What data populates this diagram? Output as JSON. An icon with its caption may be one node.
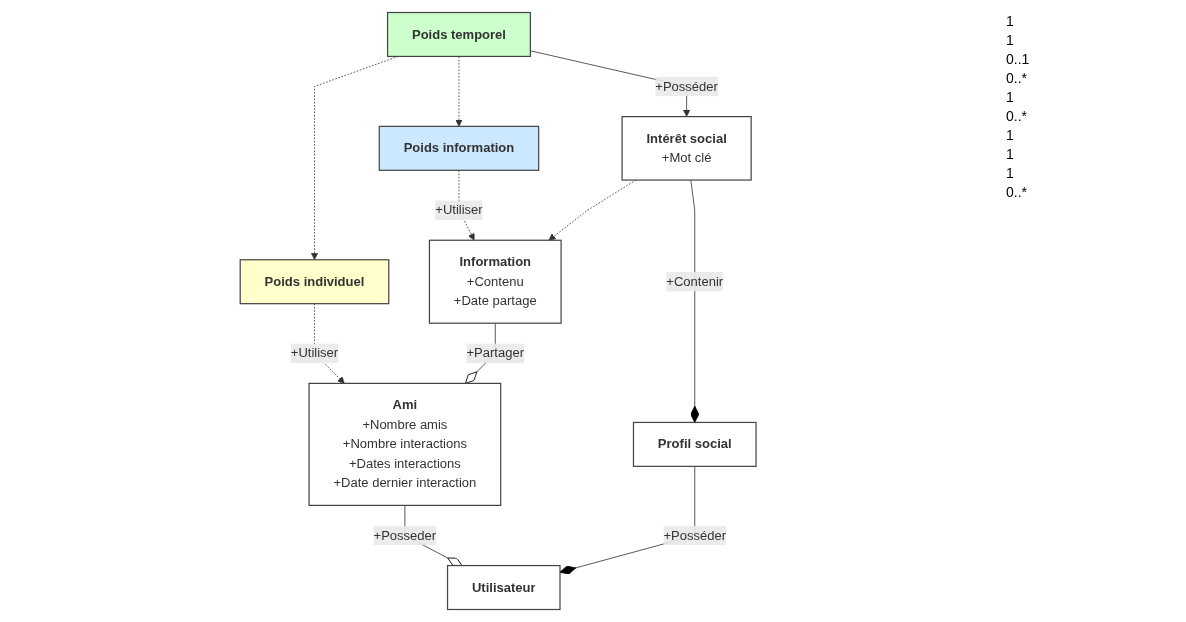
{
  "diagram": {
    "nodes": [
      {
        "text": [
          "Utilisateur"
        ]
      },
      {
        "text": [
          "Profil social"
        ]
      },
      {
        "text": [
          "Ami",
          "+Nombre amis",
          "+Nombre interactions",
          "+Dates interactions",
          "+Date dernier interaction"
        ]
      },
      {
        "text": [
          "Poids individuel"
        ]
      },
      {
        "text": [
          "Poids temporel"
        ]
      },
      {
        "text": [
          "Intérêt social",
          "+Mot clé"
        ]
      },
      {
        "text": [
          "Information",
          "+Contenu",
          "+Date partage"
        ]
      },
      {
        "text": [
          "Poids information"
        ]
      }
    ],
    "edges": [
      {
        "from": 2,
        "to": 0,
        "arrow": "other",
        "label": "+Posseder"
      },
      {
        "from": 1,
        "to": 0,
        "arrow": "other",
        "label": "+Posséder"
      },
      {
        "from": 5,
        "to": 1,
        "arrow": "other",
        "label": "+Contenir"
      },
      {
        "from": 3,
        "to": 2,
        "arrow": "to",
        "label": "+Utiliser",
        "style": "dashed"
      },
      {
        "from": 4,
        "to": 3,
        "arrow": "to",
        "style": "dashed"
      },
      {
        "from": 4,
        "to": 5,
        "arrow": "to",
        "label": "+Posséder"
      },
      {
        "from": 4,
        "to": 7,
        "arrow": "to",
        "style": "dashed"
      },
      {
        "from": 7,
        "to": 6,
        "arrow": "to",
        "label": "+Utiliser",
        "style": "dashed"
      },
      {
        "from": 6,
        "to": 2,
        "arrow": "other",
        "label": "+Partager"
      },
      {
        "from": 5,
        "to": 6,
        "arrow": "to",
        "style": "dashed"
      }
    ],
    "labels": [
      "1",
      "1",
      "0..1",
      "0..*",
      "1",
      "0..*",
      "1",
      "1",
      "1",
      "0..*"
    ]
  }
}
